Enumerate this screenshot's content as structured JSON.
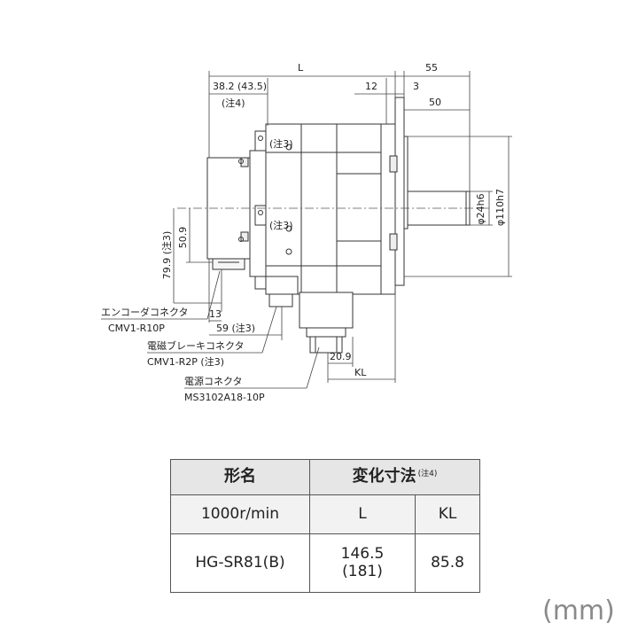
{
  "drawing": {
    "dims": {
      "L": "L",
      "d55": "55",
      "d38": "38.2 (43.5)",
      "note4": "(注4)",
      "d12": "12",
      "d3": "3",
      "d50": "50",
      "phi24": "φ24h6",
      "phi110": "φ110h7",
      "note3a": "(注3)",
      "note3b": "(注3)",
      "d509": "50.9",
      "d799": "79.9 (注3)",
      "d13": "13",
      "d59": "59 (注3)",
      "d209": "20.9",
      "KL": "KL"
    },
    "labels": {
      "encoder_name": "エンコーダコネクタ",
      "encoder_part": "CMV1-R10P",
      "brake_name": "電磁ブレーキコネクタ",
      "brake_part": "CMV1-R2P (注3)",
      "power_name": "電源コネクタ",
      "power_part": "MS3102A18-10P"
    }
  },
  "table": {
    "header_model": "形名",
    "header_var": "変化寸法",
    "header_var_note": "(注4)",
    "speed": "1000r/min",
    "col_L": "L",
    "col_KL": "KL",
    "model": "HG-SR81(B)",
    "L_value": "146.5",
    "L_value_alt": "(181)",
    "KL_value": "85.8"
  },
  "unit": "(mm)"
}
